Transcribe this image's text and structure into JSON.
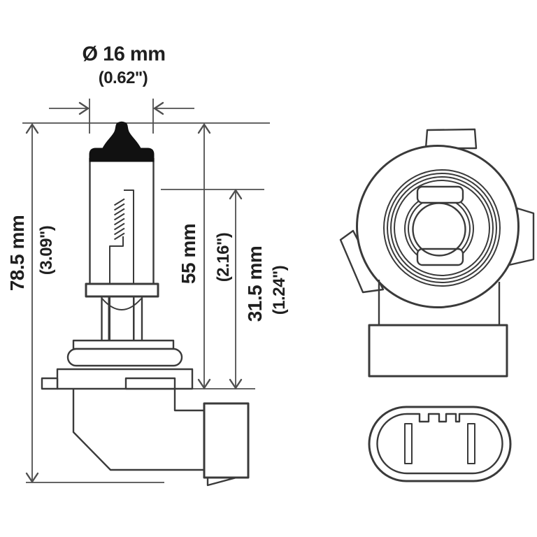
{
  "drawing": {
    "subject": "halogen-bulb-dimensional-drawing",
    "views": [
      "side-view",
      "front-view",
      "connector-view"
    ]
  },
  "labels": {
    "diameter_mm": "Ø 16 mm",
    "diameter_in": "(0.62\")",
    "overall_length_mm": "78.5 mm",
    "overall_length_in": "(3.09\")",
    "glass_length_mm": "55 mm",
    "glass_length_in": "(2.16\")",
    "tip_length_mm": "31.5 mm",
    "tip_length_in": "(1.24\")"
  },
  "colors": {
    "line": "#3a3a3a",
    "dim": "#4f4f4f",
    "text": "#1f1f1f",
    "bg": "#ffffff",
    "ink": "#111111"
  }
}
